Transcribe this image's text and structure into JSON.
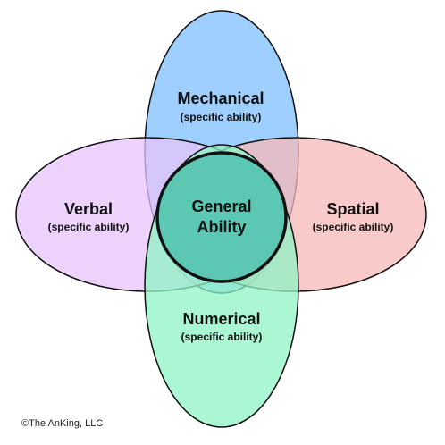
{
  "diagram": {
    "colors": {
      "mechanical": "#7fbfff",
      "verbal": "#e7c3fb",
      "spatial": "#f5b8b8",
      "numerical": "#8ff3c4",
      "general": "#5cc7b3",
      "outline": "#111111"
    },
    "mechanical": {
      "title": "Mechanical",
      "subtitle": "(specific ability)"
    },
    "verbal": {
      "title": "Verbal",
      "subtitle": "(specific ability)"
    },
    "spatial": {
      "title": "Spatial",
      "subtitle": "(specific ability)"
    },
    "numerical": {
      "title": "Numerical",
      "subtitle": "(specific ability)"
    },
    "general": {
      "line1": "General",
      "line2": "Ability"
    }
  },
  "footer": {
    "credit": "©The AnKing, LLC"
  }
}
